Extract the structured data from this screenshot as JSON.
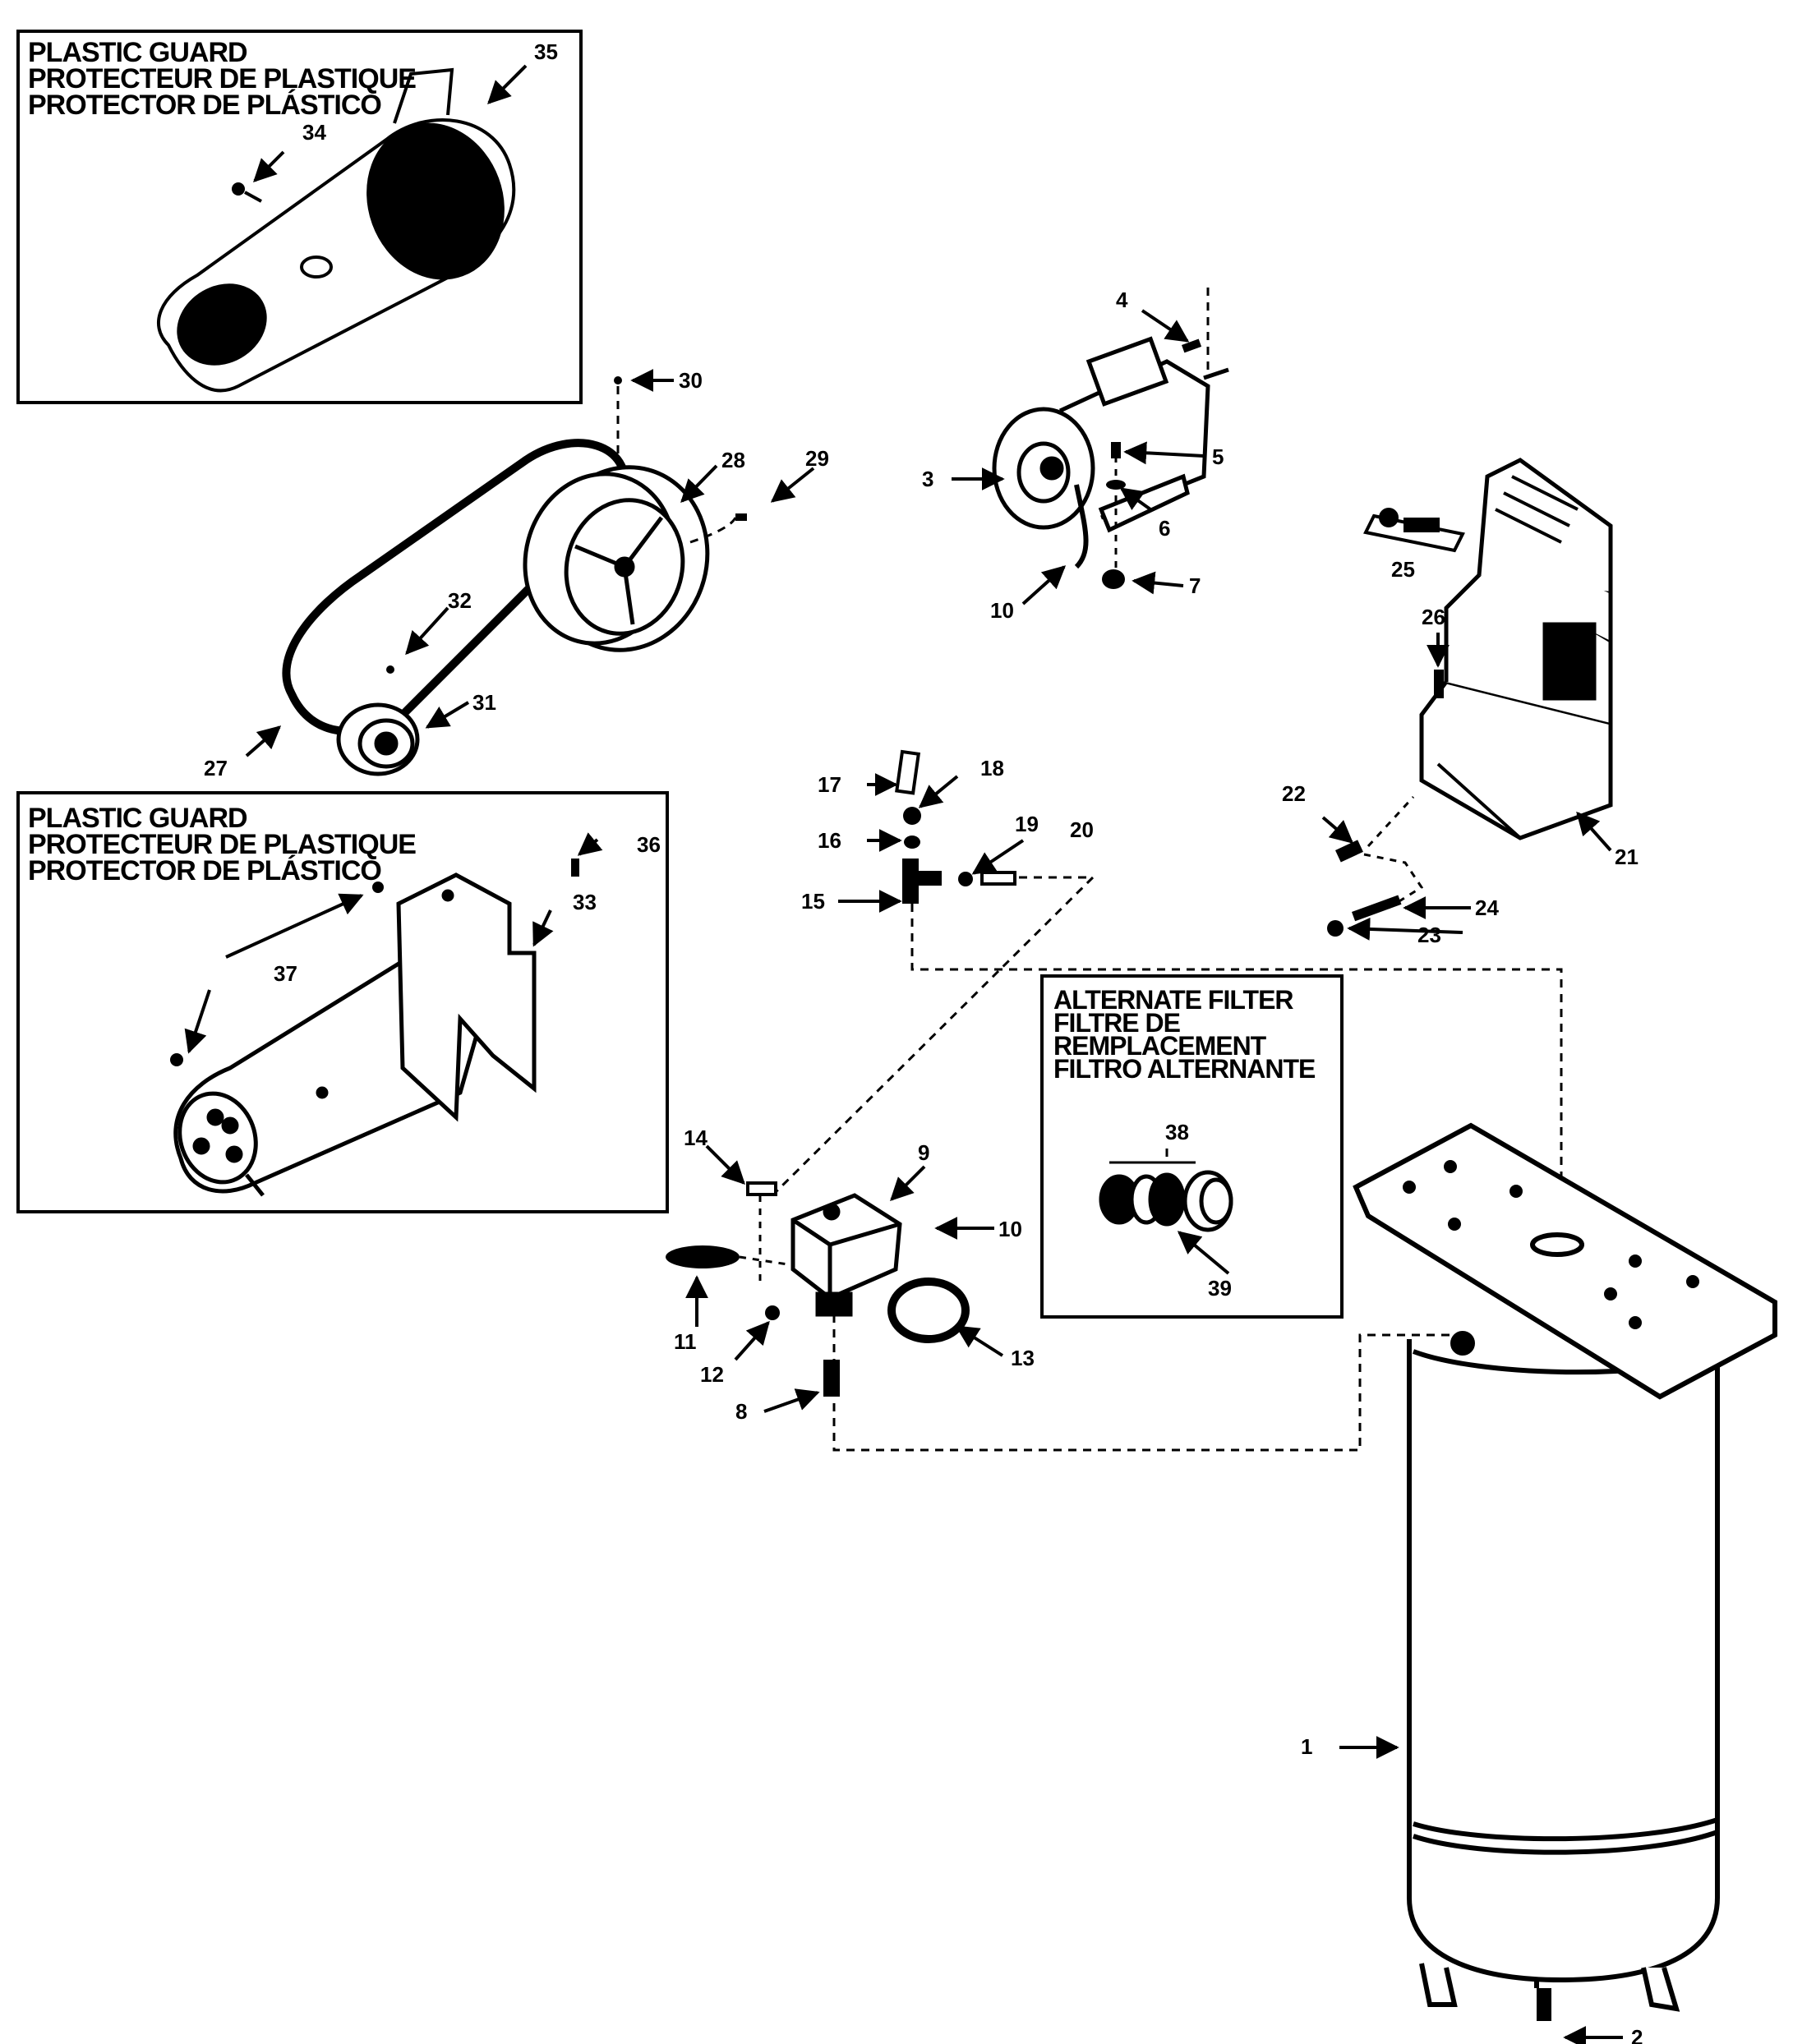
{
  "boxes": {
    "guard_top": {
      "line1": "PLASTIC GUARD",
      "line2": "PROTECTEUR DE PLASTIQUE",
      "line3": "PROTECTOR DE PLÁSTICO"
    },
    "guard_bottom": {
      "line1": "PLASTIC GUARD",
      "line2": "PROTECTEUR DE PLASTIQUE",
      "line3": "PROTECTOR DE PLÁSTICO"
    },
    "alt_filter": {
      "line1": "ALTERNATE FILTER",
      "line2": "FILTRE DE",
      "line3": "REMPLACEMENT",
      "line4": "FILTRO ALTERNANTE"
    }
  },
  "callouts": {
    "c1": "1",
    "c2": "2",
    "c3": "3",
    "c4": "4",
    "c5": "5",
    "c6": "6",
    "c7": "7",
    "c8": "8",
    "c9": "9",
    "c10a": "10",
    "c10b": "10",
    "c11": "11",
    "c12": "12",
    "c13": "13",
    "c14": "14",
    "c15": "15",
    "c16": "16",
    "c17": "17",
    "c18": "18",
    "c19": "19",
    "c20": "20",
    "c21": "21",
    "c22": "22",
    "c23": "23",
    "c24": "24",
    "c25": "25",
    "c26": "26",
    "c27": "27",
    "c28": "28",
    "c29": "29",
    "c30": "30",
    "c31": "31",
    "c32": "32",
    "c33": "33",
    "c34": "34",
    "c35": "35",
    "c36": "36",
    "c37": "37",
    "c38": "38",
    "c39": "39"
  },
  "colors": {
    "ink": "#000000",
    "paper": "#ffffff"
  }
}
